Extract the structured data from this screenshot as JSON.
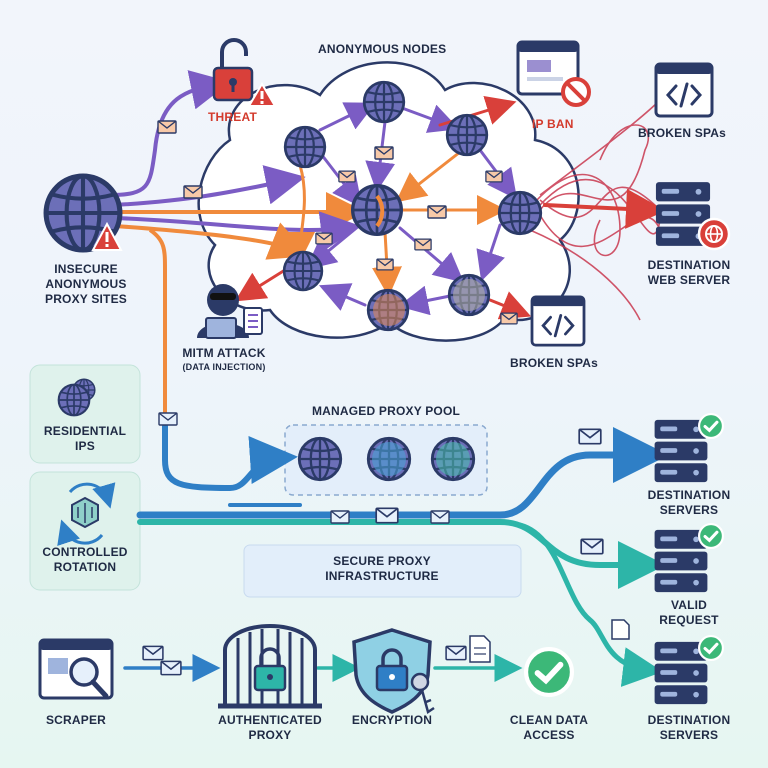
{
  "labels": {
    "anonymous_nodes": "ANONYMOUS NODES",
    "threat": "THREAT",
    "ip_ban": "IP BAN",
    "broken_spas_top": "BROKEN SPAs",
    "broken_spas_bottom": "BROKEN SPAs",
    "insecure_line1": "INSECURE",
    "insecure_line2": "ANONYMOUS",
    "insecure_line3": "PROXY SITES",
    "mitm_line1": "MITM ATTACK",
    "mitm_line2": "(DATA INJECTION)",
    "destination_web_line1": "DESTINATION",
    "destination_web_line2": "WEB SERVER",
    "residential_line1": "RESIDENTIAL",
    "residential_line2": "IPS",
    "managed_proxy_pool": "MANAGED PROXY POOL",
    "controlled_line1": "CONTROLLED",
    "controlled_line2": "ROTATION",
    "secure_line1": "SECURE PROXY",
    "secure_line2": "INFRASTRUCTURE",
    "dest_servers_1_line1": "DESTINATION",
    "dest_servers_1_line2": "SERVERS",
    "valid_line1": "VALID",
    "valid_line2": "REQUEST",
    "dest_servers_2_line1": "DESTINATION",
    "dest_servers_2_line2": "SERVERS",
    "scraper": "SCRAPER",
    "auth_line1": "AUTHENTICATED",
    "auth_line2": "PROXY",
    "encryption": "ENCRYPTION",
    "clean_line1": "CLEAN DATA",
    "clean_line2": "ACCESS"
  },
  "colors": {
    "purple": "#7b5cc4",
    "orange": "#f08a3c",
    "red": "#d9403a",
    "blue": "#2f7fc6",
    "teal": "#2db5a8",
    "green": "#3cb878",
    "navy": "#2b3a67"
  },
  "icons": [
    "globe-icon",
    "lock-open-icon",
    "warning-icon",
    "browser-ban-icon",
    "code-window-icon",
    "server-icon",
    "hacker-icon",
    "gear-rotation-icon",
    "magnifier-icon",
    "gate-lock-icon",
    "shield-lock-icon",
    "key-icon",
    "checkmark-icon",
    "envelope-icon",
    "document-icon"
  ]
}
